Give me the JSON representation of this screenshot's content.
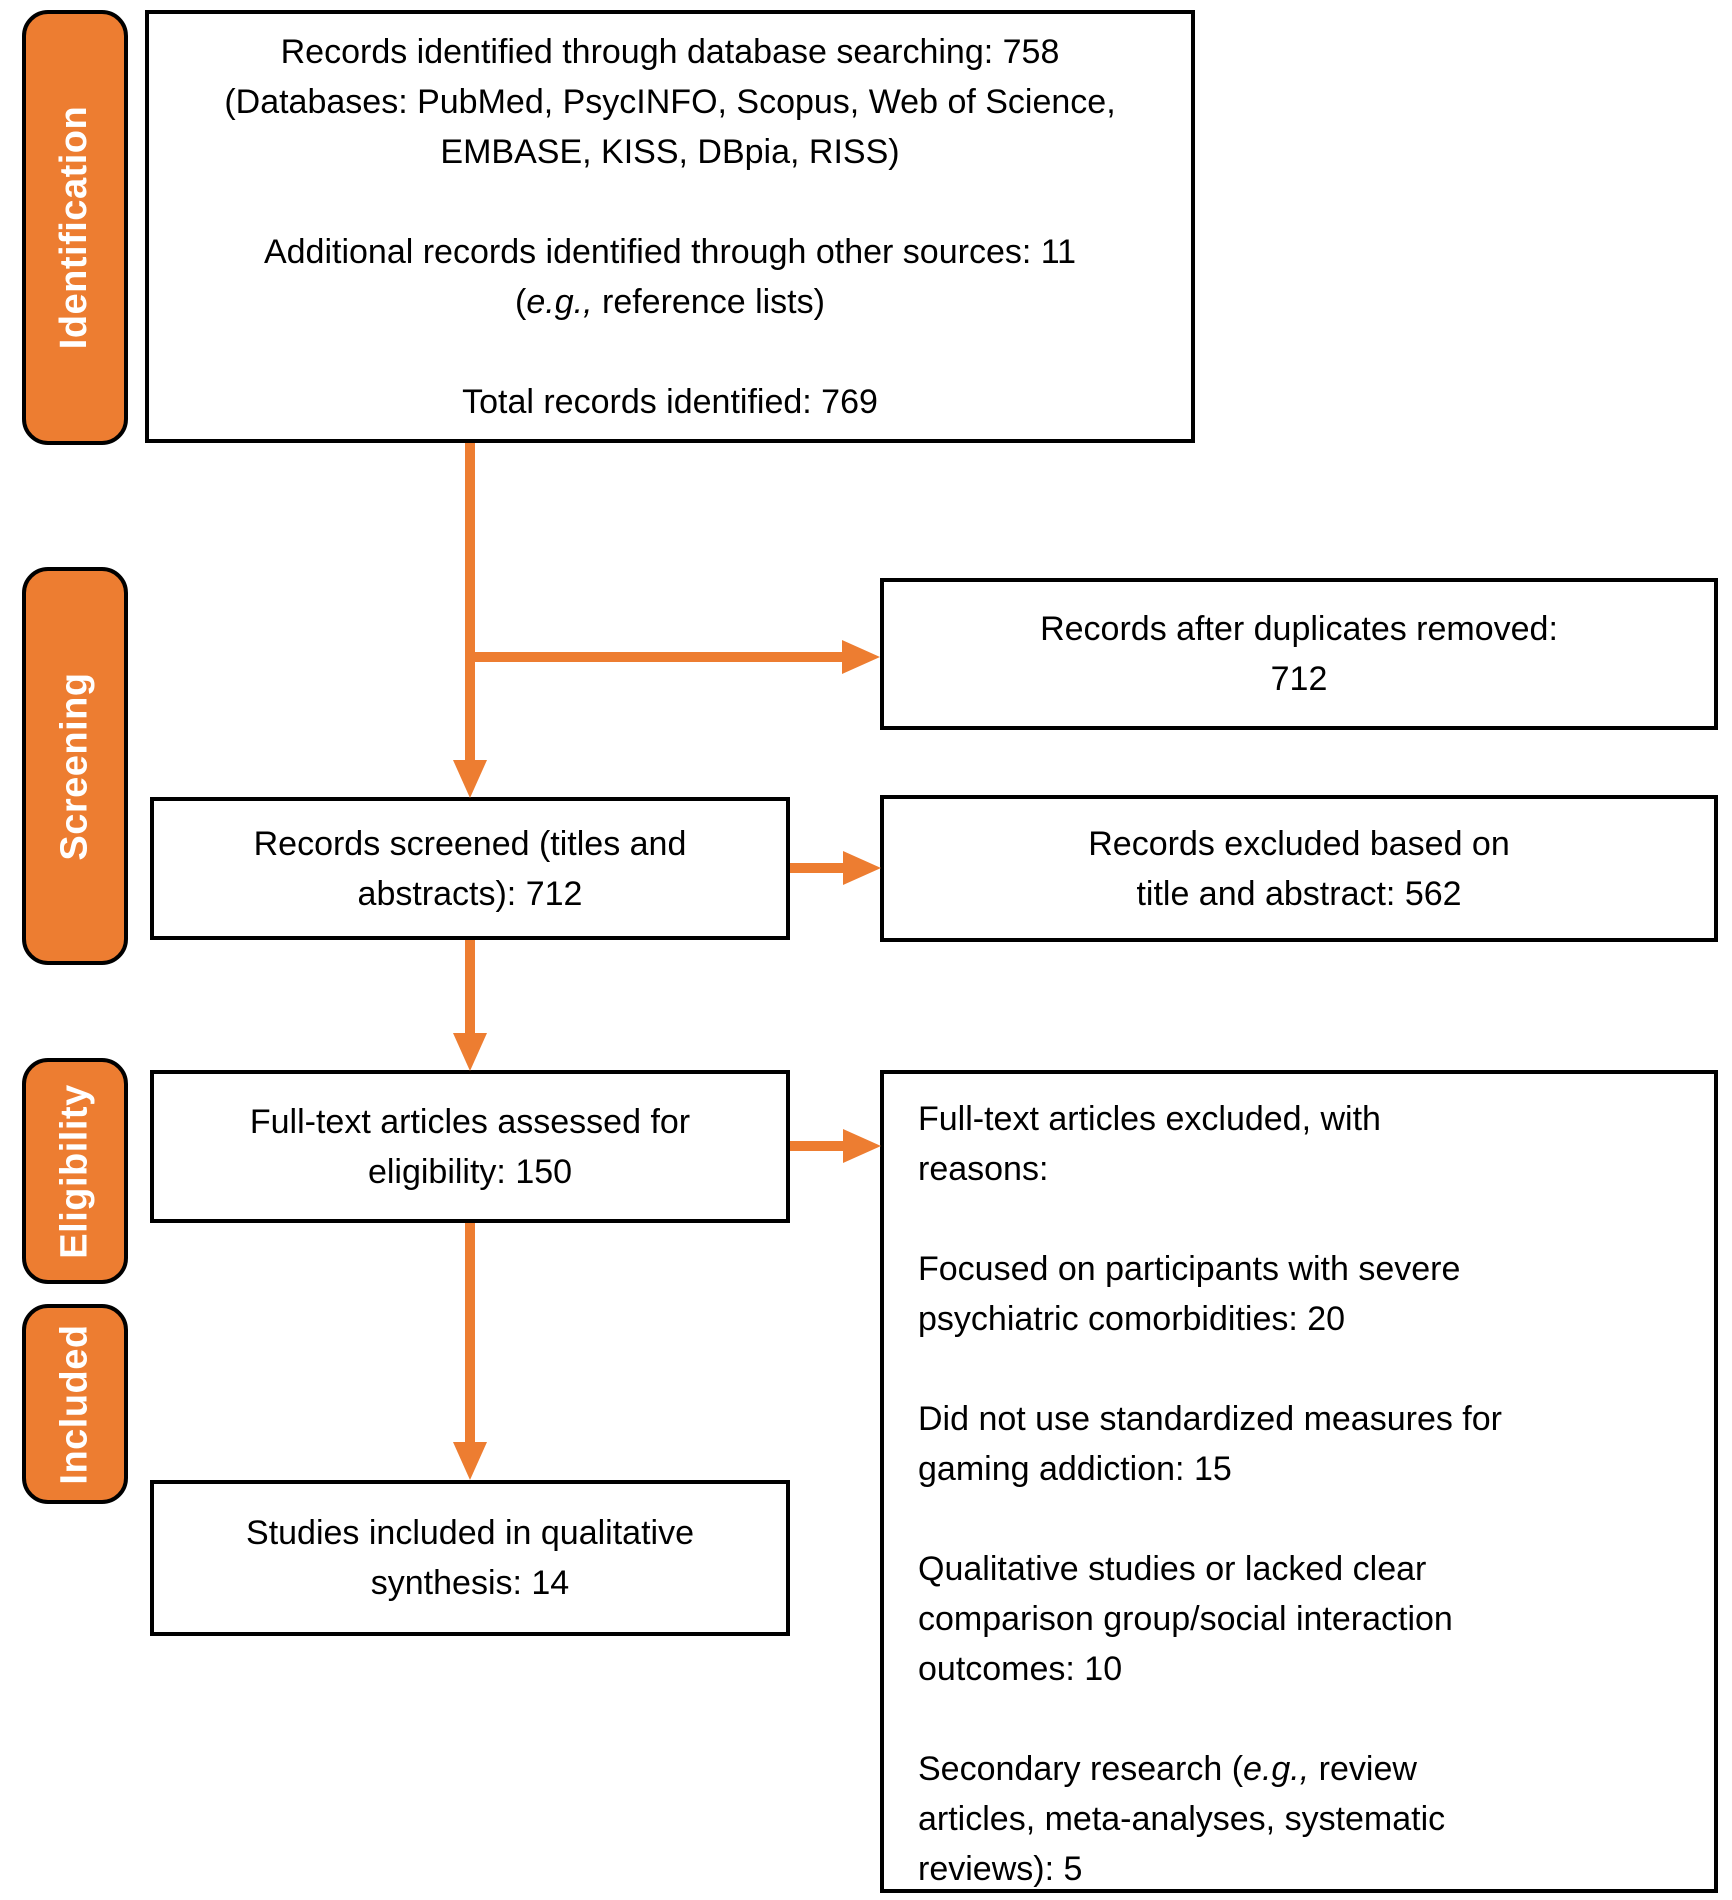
{
  "palette": {
    "accent_orange": "#ED7D31",
    "outline_black": "#000000",
    "text_black": "#000000",
    "stage_text_white": "#FFFFFF",
    "background": "#FFFFFF"
  },
  "stages": [
    {
      "id": "identification",
      "label": "Identification"
    },
    {
      "id": "screening",
      "label": "Screening"
    },
    {
      "id": "eligibility",
      "label": "Eligibility"
    },
    {
      "id": "included",
      "label": "Included"
    }
  ],
  "boxes": {
    "records_identified": {
      "lines": [
        [
          {
            "t": "Records identified through database searching: 758"
          }
        ],
        [
          {
            "t": "(Databases: PubMed, PsycINFO, Scopus, Web of Science,"
          }
        ],
        [
          {
            "t": "EMBASE, KISS, DBpia, RISS)"
          }
        ],
        [],
        [
          {
            "t": "Additional records identified through other sources: 11"
          }
        ],
        [
          {
            "t": "("
          },
          {
            "t": "e.g.,",
            "i": true
          },
          {
            "t": " reference lists)"
          }
        ],
        [],
        [
          {
            "t": "Total records identified: 769"
          }
        ]
      ]
    },
    "after_duplicates": {
      "lines": [
        [
          {
            "t": "Records after duplicates removed:"
          }
        ],
        [
          {
            "t": "712"
          }
        ]
      ]
    },
    "records_screened": {
      "lines": [
        [
          {
            "t": "Records screened (titles and"
          }
        ],
        [
          {
            "t": "abstracts): 712"
          }
        ]
      ]
    },
    "excluded_title_abstract": {
      "lines": [
        [
          {
            "t": "Records excluded based on"
          }
        ],
        [
          {
            "t": "title and abstract: 562"
          }
        ]
      ]
    },
    "fulltext_assessed": {
      "lines": [
        [
          {
            "t": "Full-text articles assessed for"
          }
        ],
        [
          {
            "t": "eligibility: 150"
          }
        ]
      ]
    },
    "fulltext_excluded": {
      "lines": [
        [
          {
            "t": "Full-text articles excluded, with"
          }
        ],
        [
          {
            "t": "reasons:"
          }
        ],
        [],
        [
          {
            "t": "Focused on participants with severe"
          }
        ],
        [
          {
            "t": "psychiatric comorbidities: 20"
          }
        ],
        [],
        [
          {
            "t": "Did not use standardized measures for"
          }
        ],
        [
          {
            "t": "gaming addiction: 15"
          }
        ],
        [],
        [
          {
            "t": "Qualitative studies or lacked clear"
          }
        ],
        [
          {
            "t": "comparison group/social interaction"
          }
        ],
        [
          {
            "t": "outcomes: 10"
          }
        ],
        [],
        [
          {
            "t": "Secondary research ("
          },
          {
            "t": "e.g.,",
            "i": true
          },
          {
            "t": " review"
          }
        ],
        [
          {
            "t": "articles, meta-analyses, systematic"
          }
        ],
        [
          {
            "t": "reviews): 5"
          }
        ]
      ]
    },
    "included_synthesis": {
      "lines": [
        [
          {
            "t": "Studies included in qualitative"
          }
        ],
        [
          {
            "t": "synthesis: 14"
          }
        ]
      ]
    }
  }
}
